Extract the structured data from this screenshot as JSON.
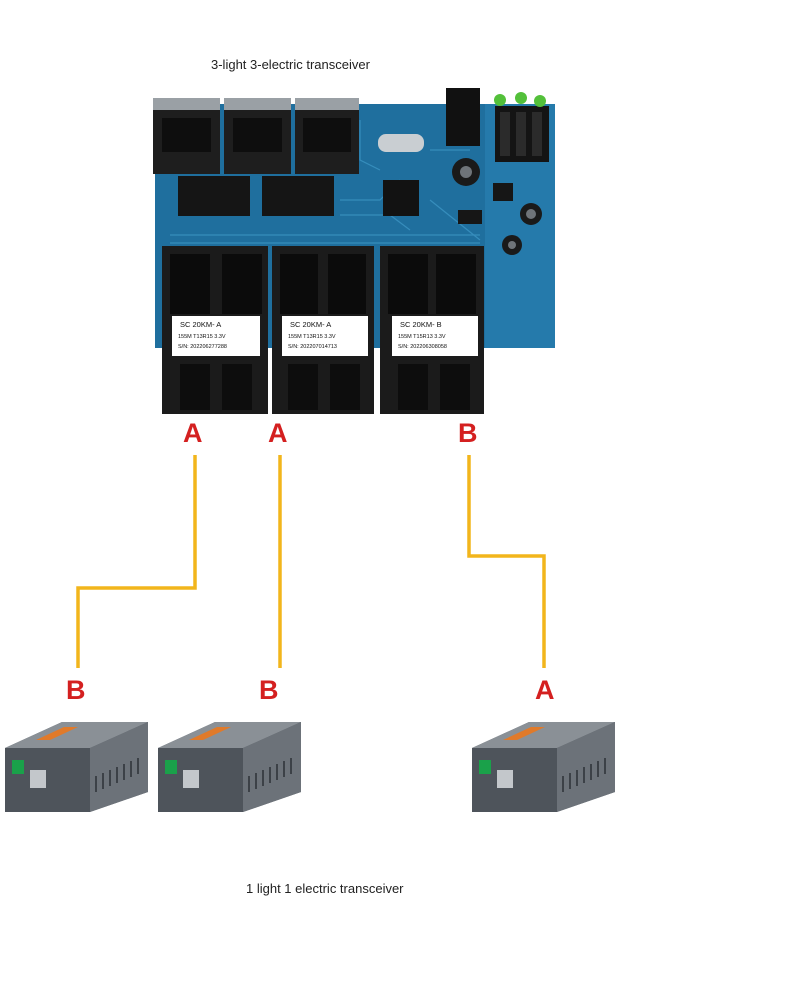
{
  "top_caption": "3-light 3-electric transceiver",
  "bottom_caption": "1 light 1 electric transceiver",
  "board": {
    "modules": [
      {
        "line1": "SC  20KM- A",
        "line2": "155M  T13R15  3.3V",
        "line3": "S/N: 202206277288",
        "port": "A"
      },
      {
        "line1": "SC  20KM- A",
        "line2": "155M  T13R15  3.3V",
        "line3": "S/N: 202207014713",
        "port": "A"
      },
      {
        "line1": "SC  20KM- B",
        "line2": "155M  T15R13  3.3V",
        "line3": "S/N: 202206308058",
        "port": "B"
      }
    ]
  },
  "converters": [
    {
      "port": "B"
    },
    {
      "port": "B"
    },
    {
      "port": "A"
    }
  ],
  "colors": {
    "board": "#1f6f9e",
    "cable": "#f2b51c",
    "letter": "#d42020",
    "converter": "#5b6168"
  }
}
